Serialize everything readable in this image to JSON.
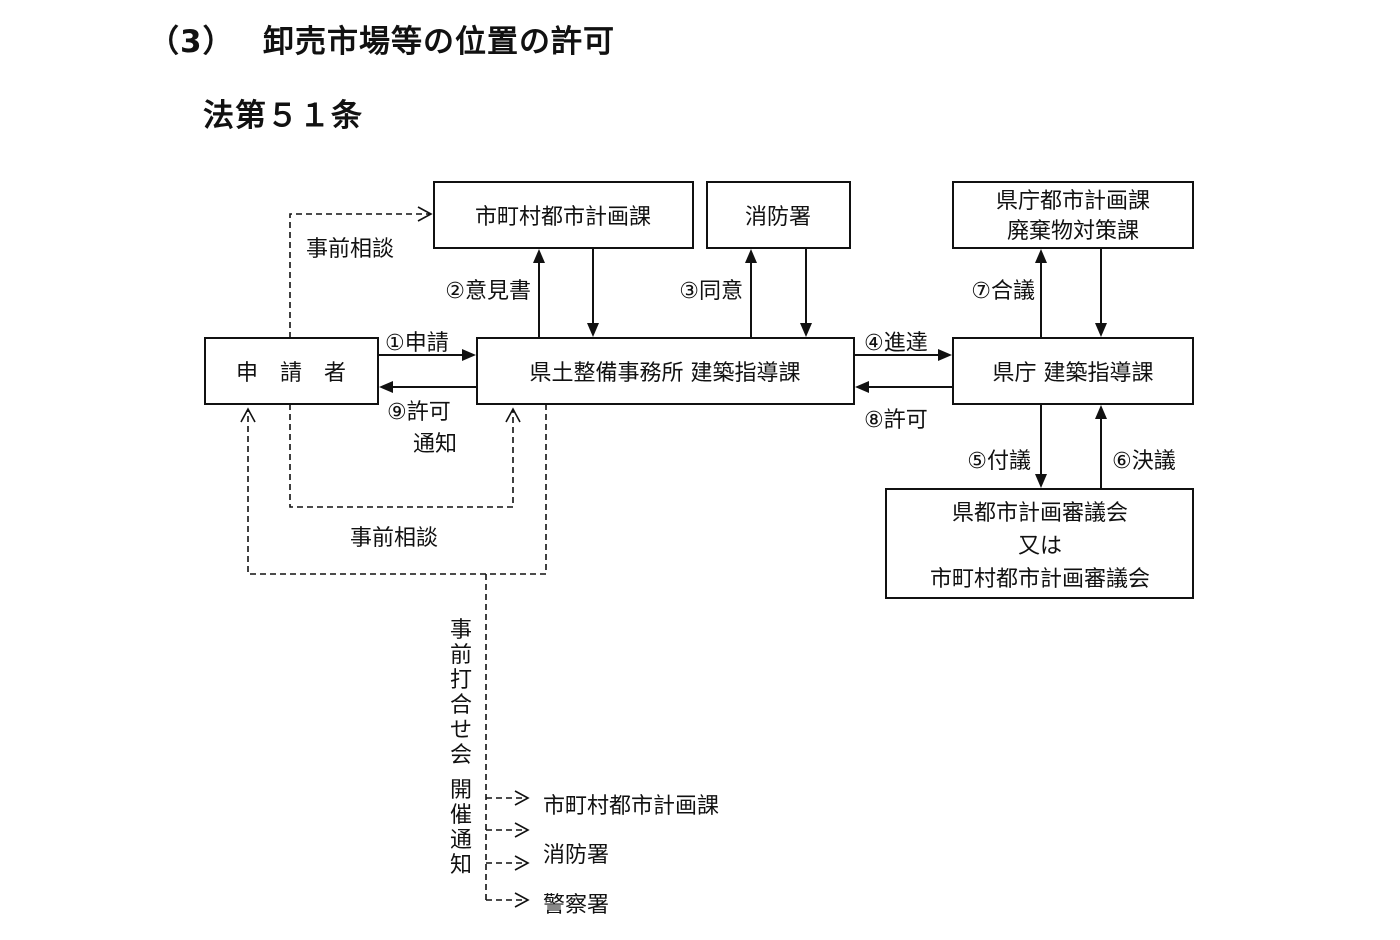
{
  "header": {
    "section_number": "（3）",
    "title": "卸売市場等の位置の許可",
    "law_reference": "法第５１条"
  },
  "boxes": {
    "applicant": "申　請　者",
    "prefectural_office": "県土整備事務所 建築指導課",
    "prefecture_building": "県庁 建築指導課",
    "municipal_planning": "市町村都市計画課",
    "fire_station": "消防署",
    "prefecture_planning_line1": "県庁都市計画課",
    "prefecture_planning_line2": "廃棄物対策課",
    "council_line1": "県都市計画審議会",
    "council_line2": "又は",
    "council_line3": "市町村都市計画審議会"
  },
  "flow_labels": {
    "step1": "①申請",
    "step2": "②意見書",
    "step3": "③同意",
    "step4": "④進達",
    "step5": "⑤付議",
    "step6": "⑥決議",
    "step7": "⑦合議",
    "step8": "⑧許可",
    "step9_line1": "⑨許可",
    "step9_line2": "通知",
    "pre_consult_top": "事前相談",
    "pre_consult_bottom": "事前相談"
  },
  "meeting_notice": {
    "vertical_text": [
      "事",
      "前",
      "打",
      "合",
      "せ",
      "会",
      "",
      "開",
      "催",
      "通",
      "知"
    ],
    "recipients": [
      "市町村都市計画課",
      "消防署",
      "警察署"
    ]
  }
}
